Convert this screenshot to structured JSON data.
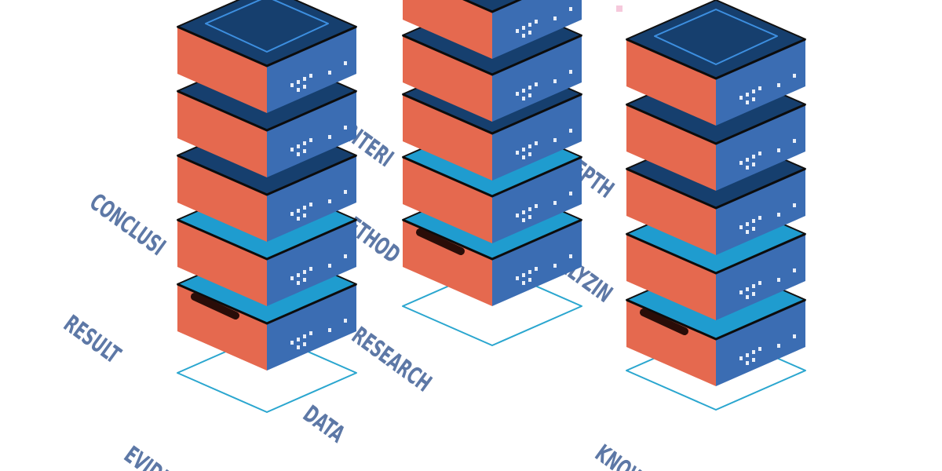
{
  "labels": {
    "conclusion": "CONCLUSI",
    "result": "RESULT",
    "research": "RESEARCH",
    "data": "DATA",
    "evidence": "EVIDE",
    "criteria": "RITERI",
    "method": "ETHOD",
    "depth": "EPTH",
    "analyzing": "ALYZIN",
    "knowledge": "KNOW"
  },
  "colors": {
    "left_face": "#e5694f",
    "right_face": "#3b6db3",
    "top_dark": "#163f6e",
    "top_light": "#1f9ccf",
    "outline": "#2aa6cf",
    "label": "#5d78a6"
  },
  "stacks": [
    {
      "name": "left-server-stack",
      "tops": [
        "light",
        "light",
        "dark",
        "dark",
        "dark"
      ]
    },
    {
      "name": "middle-server-stack",
      "tops": [
        "light",
        "light",
        "dark",
        "dark",
        "dark"
      ]
    },
    {
      "name": "right-server-stack",
      "tops": [
        "light",
        "light",
        "dark",
        "dark",
        "dark"
      ]
    }
  ]
}
